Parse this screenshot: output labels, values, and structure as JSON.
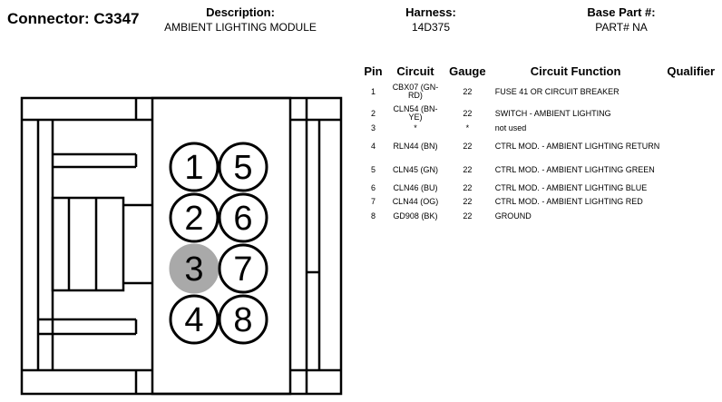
{
  "connector": {
    "title": "Connector: C3347"
  },
  "description": {
    "label": "Description:",
    "value": "AMBIENT LIGHTING MODULE"
  },
  "harness": {
    "label": "Harness:",
    "value": "14D375"
  },
  "base_part": {
    "label": "Base Part #:",
    "value": "PART# NA"
  },
  "table": {
    "headers": {
      "pin": "Pin",
      "circuit": "Circuit",
      "gauge": "Gauge",
      "function": "Circuit Function",
      "qualifier": "Qualifier"
    },
    "rows": [
      {
        "pin": "1",
        "circuit": "CBX07 (GN-RD)",
        "gauge": "22",
        "function": "FUSE 41 OR CIRCUIT BREAKER",
        "qualifier": ""
      },
      {
        "pin": "2",
        "circuit": "CLN54 (BN-YE)",
        "gauge": "22",
        "function": "SWITCH - AMBIENT LIGHTING",
        "qualifier": ""
      },
      {
        "pin": "3",
        "circuit": "*",
        "gauge": "*",
        "function": "not used",
        "qualifier": ""
      },
      {
        "pin": "4",
        "circuit": "RLN44 (BN)",
        "gauge": "22",
        "function": "CTRL MOD. - AMBIENT LIGHTING RETURN",
        "qualifier": ""
      },
      {
        "pin": "5",
        "circuit": "CLN45 (GN)",
        "gauge": "22",
        "function": "CTRL MOD. - AMBIENT LIGHTING GREEN",
        "qualifier": ""
      },
      {
        "pin": "6",
        "circuit": "CLN46 (BU)",
        "gauge": "22",
        "function": "CTRL MOD. - AMBIENT LIGHTING BLUE",
        "qualifier": ""
      },
      {
        "pin": "7",
        "circuit": "CLN44 (OG)",
        "gauge": "22",
        "function": "CTRL MOD. - AMBIENT LIGHTING RED",
        "qualifier": ""
      },
      {
        "pin": "8",
        "circuit": "GD908 (BK)",
        "gauge": "22",
        "function": "GROUND",
        "qualifier": ""
      }
    ]
  },
  "diagram": {
    "pins": [
      "1",
      "2",
      "3",
      "4",
      "5",
      "6",
      "7",
      "8"
    ],
    "highlight_pin": "3",
    "highlight_color": "#a9a9a9"
  }
}
